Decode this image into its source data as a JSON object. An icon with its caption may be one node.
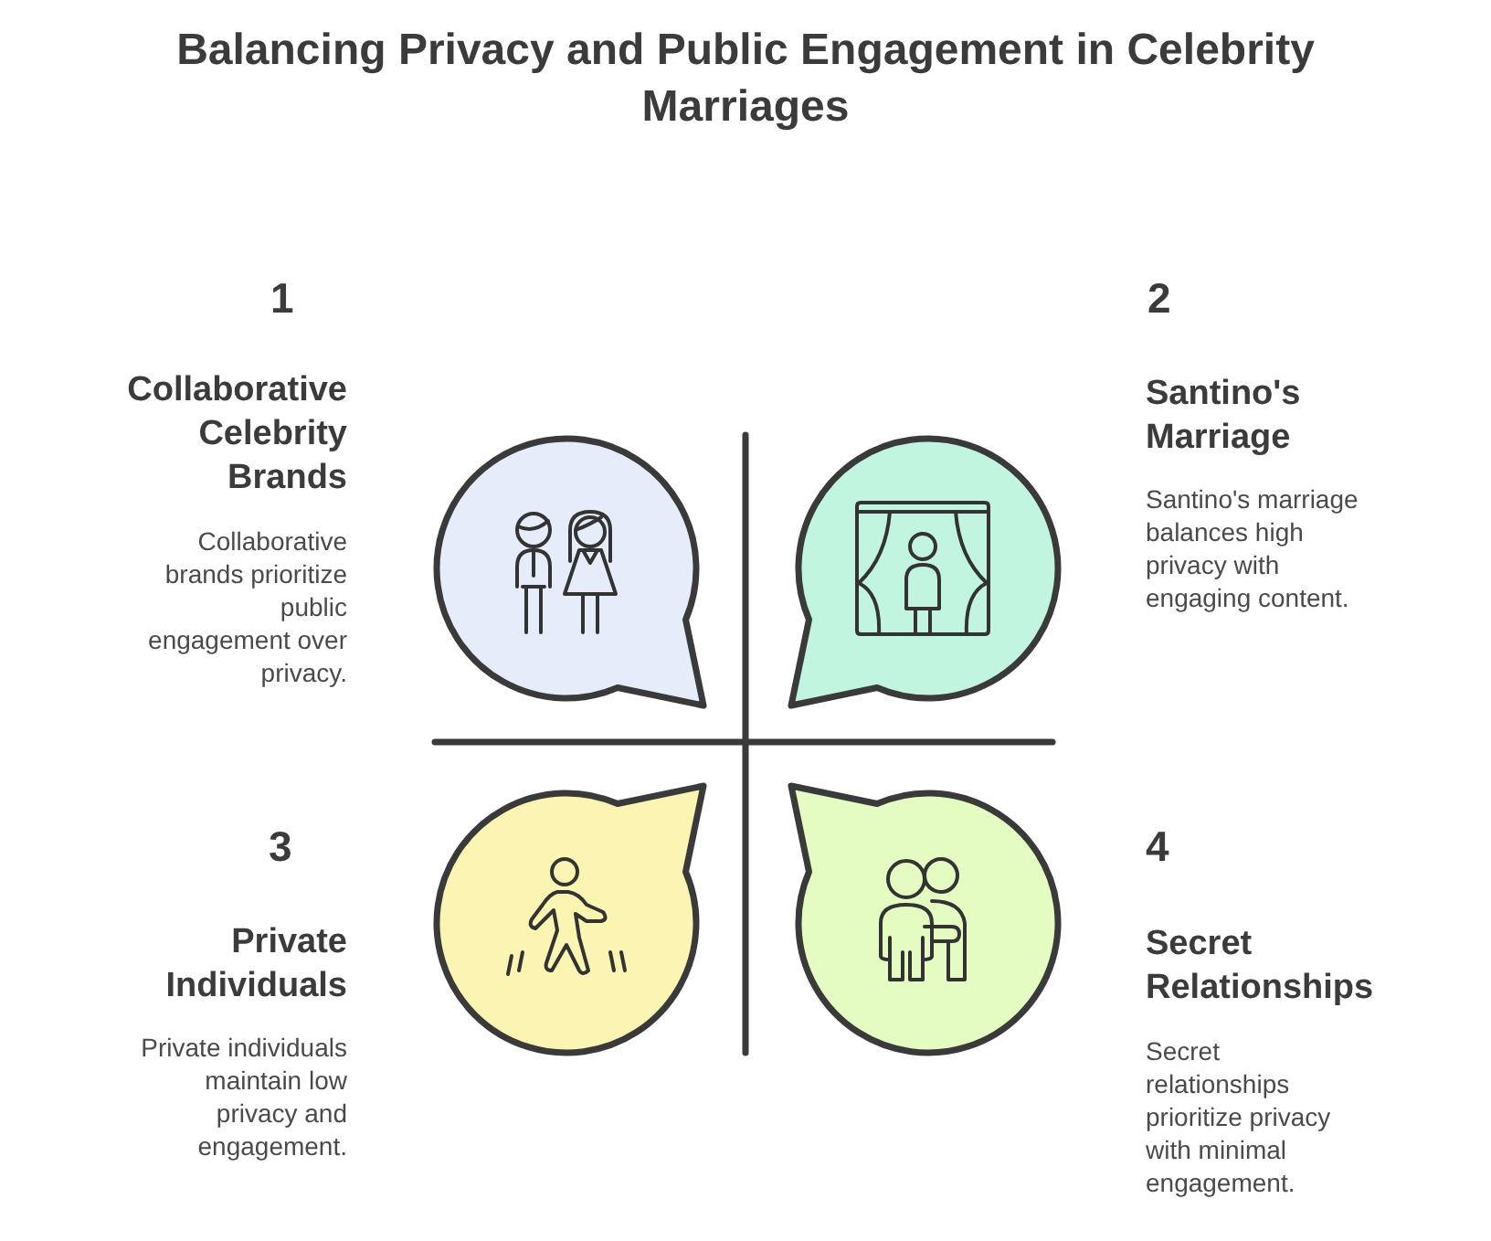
{
  "diagram": {
    "title": "Balancing Privacy and Public Engagement in Celebrity Marriages",
    "nodes": [
      {
        "text": [],
        "shape": "bubble",
        "beside": [
          "1",
          "Collaborative Celebrity Brands",
          "Collaborative brands prioritize public engagement over privacy."
        ]
      },
      {
        "text": [],
        "shape": "bubble",
        "beside": [
          "2",
          "Santino's Marriage",
          "Santino's marriage balances high privacy with engaging content."
        ]
      },
      {
        "text": [],
        "shape": "bubble",
        "beside": [
          "3",
          "Private Individuals",
          "Private individuals maintain low privacy and engagement."
        ]
      },
      {
        "text": [],
        "shape": "bubble",
        "beside": [
          "4",
          "Secret Relationships",
          "Secret relationships prioritize privacy with minimal engagement."
        ]
      }
    ]
  }
}
